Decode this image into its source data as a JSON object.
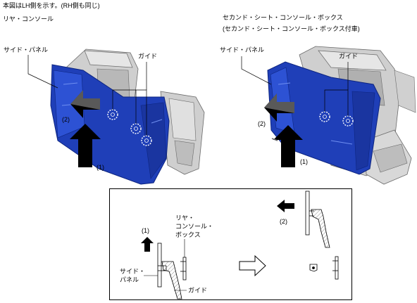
{
  "header": {
    "note": "本図はLH側を示す。(RH側も同じ)"
  },
  "left_figure": {
    "title": "リヤ・コンソール",
    "label_panel": "サイド・パネル",
    "label_guide": "ガイド",
    "step1": "(1)",
    "step2": "(2)"
  },
  "right_figure": {
    "title_line1": "セカンド・シート・コンソール・ボックス",
    "title_line2": "(セカンド・シート・コンソール・ボックス付車)",
    "label_panel": "サイド・パネル",
    "label_guide": "ガイド",
    "step1": "(1)",
    "step2": "(2)"
  },
  "detail": {
    "console_line1": "リヤ・",
    "console_line2": "コンソール・",
    "console_line3": "ボックス",
    "panel_line1": "サイド・",
    "panel_line2": "パネル",
    "guide": "ガイド",
    "step1": "(1)",
    "step2": "(2)"
  },
  "colors": {
    "panel_blue": "#1f3fb8",
    "panel_edge": "#0d2580",
    "frame_gray": "#c9c9c9"
  }
}
